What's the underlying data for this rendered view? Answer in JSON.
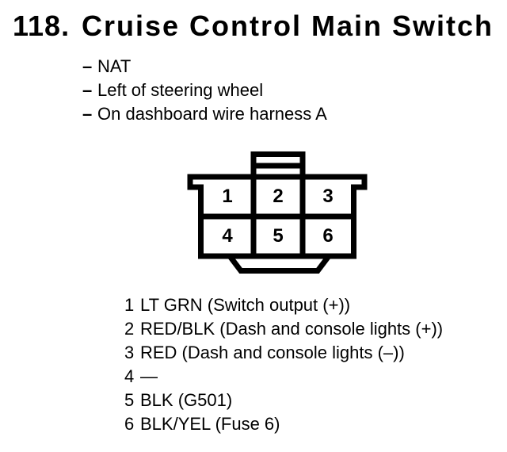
{
  "page": {
    "section_number": "118.",
    "title": "Cruise Control Main Switch"
  },
  "notes": {
    "prefix": "–",
    "items": [
      "NAT",
      "Left of steering wheel",
      "On dashboard wire harness A"
    ]
  },
  "connector": {
    "description": "6-pin connector, front view, 2 rows of 3 cavities with top latch tab",
    "pins": [
      "1",
      "2",
      "3",
      "4",
      "5",
      "6"
    ]
  },
  "pin_list": {
    "rows": [
      {
        "pin": "1",
        "desc": "LT GRN (Switch output (+))"
      },
      {
        "pin": "2",
        "desc": "RED/BLK (Dash and console lights (+))"
      },
      {
        "pin": "3",
        "desc": "RED (Dash and console lights (–))"
      },
      {
        "pin": "4",
        "desc": "—"
      },
      {
        "pin": "5",
        "desc": "BLK (G501)"
      },
      {
        "pin": "6",
        "desc": "BLK/YEL (Fuse 6)"
      }
    ]
  },
  "colors": {
    "ink": "#000000",
    "paper": "#ffffff"
  }
}
